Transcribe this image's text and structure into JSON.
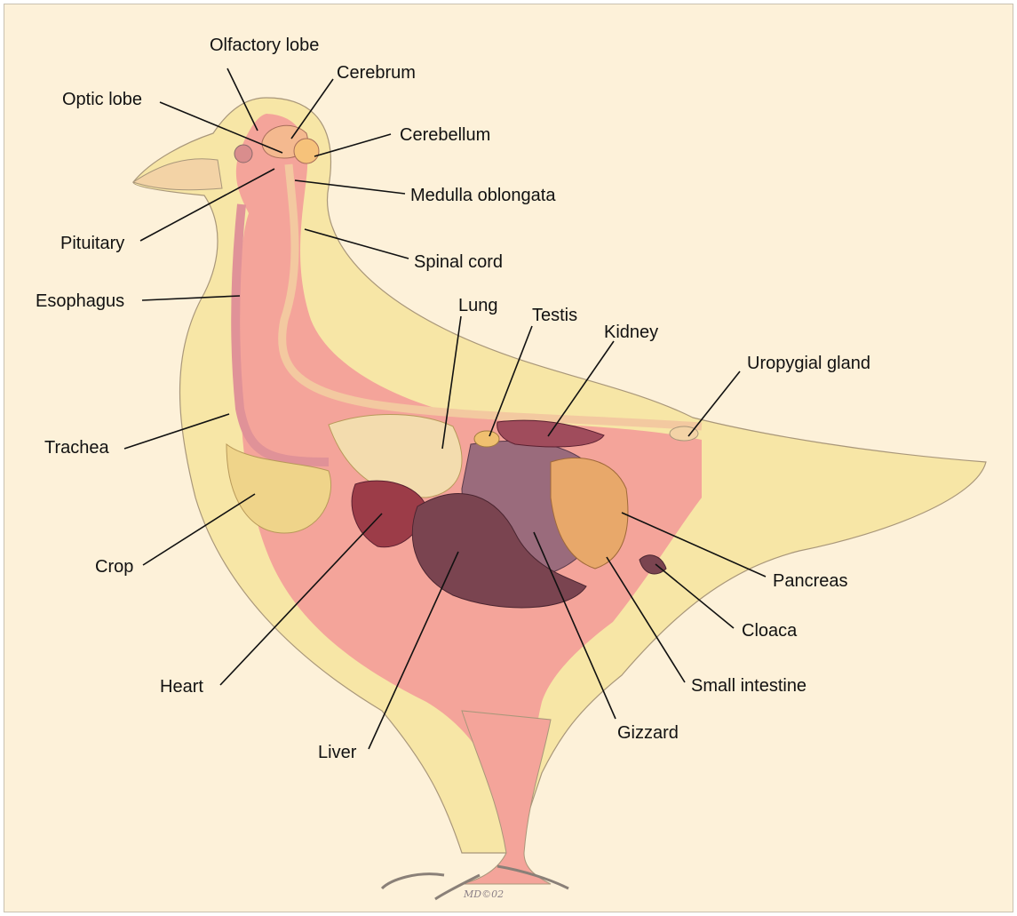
{
  "labels": {
    "olfactory_lobe": "Olfactory lobe",
    "cerebrum": "Cerebrum",
    "optic_lobe": "Optic lobe",
    "cerebellum": "Cerebellum",
    "medulla_oblongata": "Medulla oblongata",
    "pituitary": "Pituitary",
    "spinal_cord": "Spinal cord",
    "esophagus": "Esophagus",
    "lung": "Lung",
    "testis": "Testis",
    "kidney": "Kidney",
    "uropygial_gland": "Uropygial gland",
    "trachea": "Trachea",
    "crop": "Crop",
    "pancreas": "Pancreas",
    "cloaca": "Cloaca",
    "heart": "Heart",
    "small_intestine": "Small intestine",
    "gizzard": "Gizzard",
    "liver": "Liver"
  },
  "signature": "MD©02",
  "colors": {
    "background": "#fdf1d9",
    "body_outline": "#f7e6a6",
    "body_interior": "#f4a49a",
    "brain": "#f4b98f",
    "lung": "#f3dcae",
    "liver": "#7a4450",
    "gizzard": "#9a6b7c",
    "heart": "#9c3c48",
    "kidney": "#a04c5c",
    "crop": "#efd48a",
    "intestine": "#e8a86a",
    "line": "#111111"
  }
}
